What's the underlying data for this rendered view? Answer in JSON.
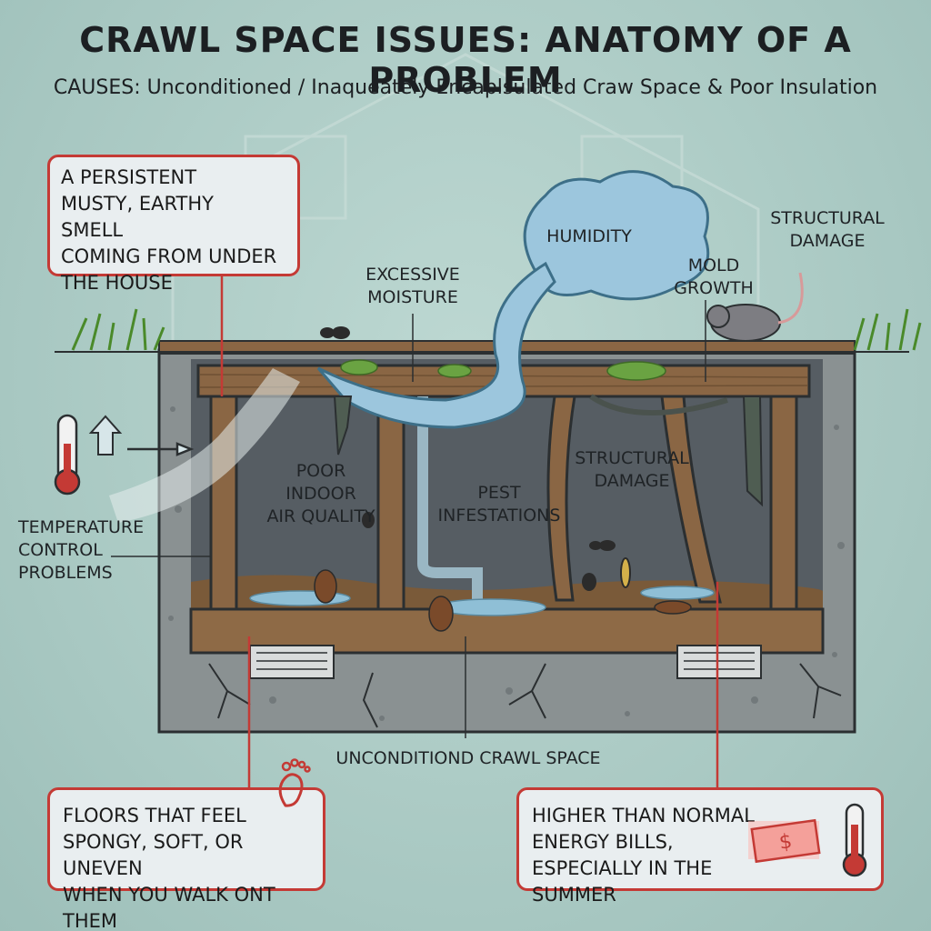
{
  "title": "CRAWL SPACE ISSUES: ANATOMY OF A PROBLEM",
  "subtitle": "CAUSES: Unconditioned / Inaqueately Encaplsulated Craw Space & Poor Insulation",
  "callouts": {
    "smell": "A PERSISTENT\nMUSTY, EARTHY SMELL\nCOMING FROM UNDER\nTHE HOUSE",
    "floors": "FLOORS THAT FEEL\nSPONGY, SOFT, OR UNEVEN\nWHEN YOU WALK ONT THEM",
    "energy": "HIGHER THAN NORMAL\nENERGY BILLS,\nESPECIALLY IN THE SUMMER"
  },
  "labels": {
    "humidity": "HUMIDITY",
    "excessive_moisture": "EXCESSIVE\nMOISTURE",
    "mold_growth": "MOLD\nGROWTH",
    "structural_damage_top": "STRUCTURAL\nDAMAGE",
    "poor_air_quality": "POOR INDOOR\nAIR QUALITY",
    "pest_infestations": "PEST\nINFESTATIONS",
    "structural_damage_inner": "STRUCTURAL\nDAMAGE",
    "temperature_control": "TEMPERATURE\nCONTROL\nPROBLEMS",
    "unconditioned_crawl": "UNCONDITIOND CRAWL SPACE"
  },
  "icons": [
    "thermometer-icon",
    "up-arrow-icon",
    "right-arrow-icon",
    "smell-waves-icon",
    "footprint-icon",
    "dollar-bill-icon",
    "rat-icon",
    "ant-icon",
    "cockroach-icon",
    "mosquito-icon",
    "grass-icon",
    "vent-icon",
    "pipe-icon"
  ],
  "colors": {
    "background": "#a9c9c4",
    "callout_border": "#c43a35",
    "wood": "#8a6644",
    "water": "#9cc6dd",
    "mold": "#6aa342",
    "concrete": "#7e8586"
  }
}
